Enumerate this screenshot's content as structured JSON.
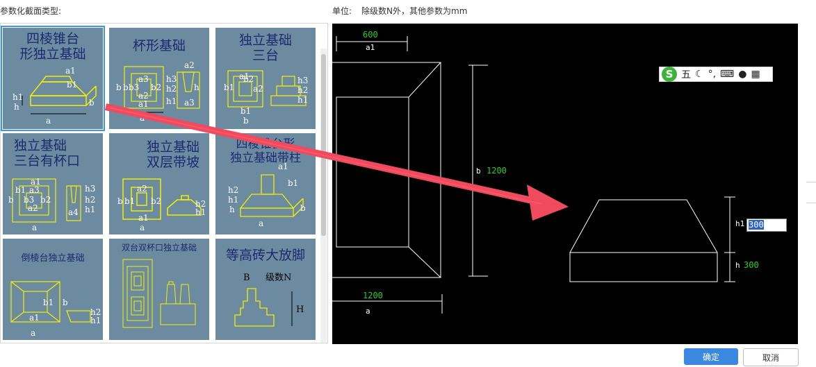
{
  "header": {
    "section_type_label": "参数化截面类型:",
    "unit_label": "单位:",
    "unit_text": "除级数N外，其他参数为mm"
  },
  "section_types": [
    {
      "title_lines": [
        "四棱锥台",
        "形独立基础"
      ],
      "selected": true,
      "dims": [
        "a1",
        "b1",
        "h1",
        "h",
        "a",
        "b"
      ]
    },
    {
      "title_lines": [
        "杯形基础"
      ],
      "selected": false,
      "dims": [
        "a3",
        "h3",
        "a2",
        "b",
        "b3",
        "b2",
        "h2",
        "h",
        "a2",
        "a1",
        "h1",
        "a3",
        "a"
      ]
    },
    {
      "title_lines": [
        "独立基础",
        "三台"
      ],
      "selected": false,
      "dims": [
        "a1",
        "b2",
        "b1",
        "a2",
        "h3",
        "h2",
        "h1",
        "b1",
        "b"
      ]
    },
    {
      "title_lines": [
        "独立基础",
        "三台有杯口"
      ],
      "selected": false,
      "dims": [
        "a1",
        "b1",
        "a3",
        "b",
        "b3",
        "b2",
        "a2",
        "h3",
        "h2",
        "h1",
        "a4",
        "a"
      ]
    },
    {
      "title_lines": [
        "独立基础",
        "双层带坡"
      ],
      "selected": false,
      "dims": [
        "a2",
        "b",
        "b1",
        "b2",
        "h2",
        "h1",
        "a1",
        "a"
      ]
    },
    {
      "title_lines": [
        "四棱锥台形",
        "独立基础带柱"
      ],
      "selected": false,
      "dims": [
        "a1",
        "b1",
        "h2",
        "h1",
        "h",
        "b",
        "a"
      ]
    },
    {
      "title_lines": [
        "倒棱台独立基础"
      ],
      "selected": false,
      "dims": [
        "b1",
        "b",
        "h2",
        "h1",
        "a1",
        "a"
      ]
    },
    {
      "title_lines": [
        "双台双杯口独立基础"
      ],
      "selected": false,
      "dims": []
    },
    {
      "title_lines": [
        "等高砖大放脚"
      ],
      "selected": false,
      "dims": [
        "B",
        "级数N",
        "H"
      ]
    }
  ],
  "preview": {
    "top_value": "600",
    "top_label": "a1",
    "side_label": "b",
    "side_value": "1200",
    "bottom_value": "1200",
    "bottom_label": "a",
    "h1_label": "h1",
    "h1_value": "300",
    "h_label": "h",
    "h_value": "300"
  },
  "ime": {
    "logo": "S",
    "mode": "五",
    "icons": [
      "moon-icon",
      "punctuation-icon",
      "keyboard-icon",
      "user-icon",
      "grid-icon"
    ]
  },
  "buttons": {
    "ok": "确定",
    "cancel": "取消"
  },
  "colors": {
    "cell_bg": "#6d8ba0",
    "selection": "#3d95e8",
    "arrow": "#f04a5e",
    "cad_green": "#22d322"
  }
}
